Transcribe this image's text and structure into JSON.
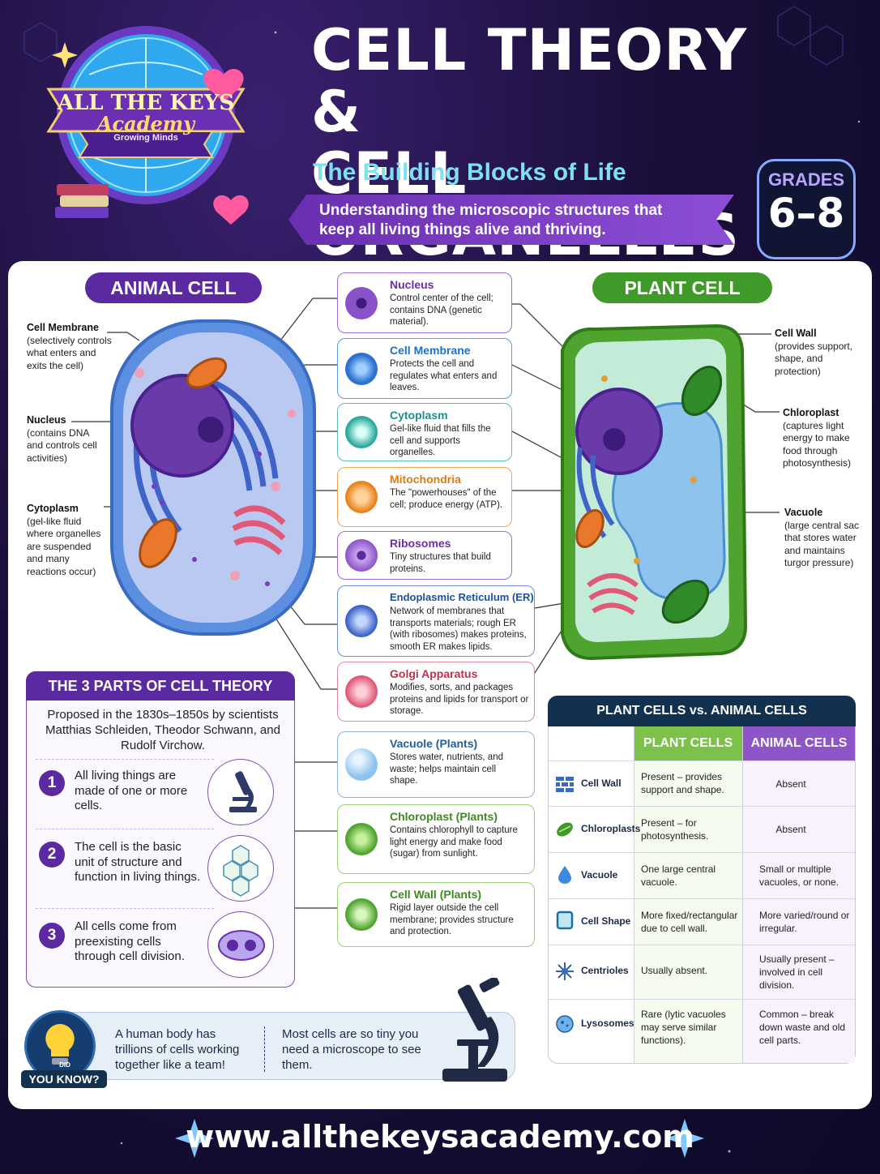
{
  "header": {
    "logo": {
      "line1": "ALL THE KEYS",
      "line2": "Academy",
      "tagline": "Growing Minds"
    },
    "title_line1": "CELL THEORY &",
    "title_line2": "CELL ORGANELLES",
    "subtitle": "The Building Blocks of Life",
    "banner_line1": "Understanding the microscopic structures that",
    "banner_line2": "keep all living things alive and thriving.",
    "grades_label": "GRADES",
    "grades_value": "6–8"
  },
  "animal_cell": {
    "title": "ANIMAL CELL",
    "labels": [
      {
        "name": "Cell Membrane",
        "desc": "(selectively controls what enters and exits the cell)"
      },
      {
        "name": "Nucleus",
        "desc": "(contains DNA and controls cell activities)"
      },
      {
        "name": "Cytoplasm",
        "desc": "(gel-like fluid where organelles are suspended and many reactions occur)"
      }
    ]
  },
  "plant_cell": {
    "title": "PLANT CELL",
    "labels": [
      {
        "name": "Cell Wall",
        "desc": "(provides support, shape, and protection)"
      },
      {
        "name": "Chloroplast",
        "desc": "(captures light energy to make food through photosynthesis)"
      },
      {
        "name": "Vacuole",
        "desc": "(large central sac that stores water and maintains turgor pressure)"
      }
    ]
  },
  "organelles": [
    {
      "name": "Nucleus",
      "desc": "Control center of the cell; contains DNA (genetic material).",
      "color": "#6b2fa8"
    },
    {
      "name": "Cell Membrane",
      "desc": "Protects the cell and regulates what enters and leaves.",
      "color": "#1f6fc6"
    },
    {
      "name": "Cytoplasm",
      "desc": "Gel-like fluid that fills the cell and supports organelles.",
      "color": "#1e8f8a"
    },
    {
      "name": "Mitochondria",
      "desc": "The \"powerhouses\" of the cell; produce energy (ATP).",
      "color": "#e07b10"
    },
    {
      "name": "Ribosomes",
      "desc": "Tiny structures that build proteins.",
      "color": "#6b2fa8"
    },
    {
      "name": "Endoplasmic Reticulum (ER)",
      "desc": "Network of membranes that transports materials; rough ER (with ribosomes) makes proteins, smooth ER makes lipids.",
      "color": "#1f4f9c"
    },
    {
      "name": "Golgi Apparatus",
      "desc": "Modifies, sorts, and packages proteins and lipids for transport or storage.",
      "color": "#c0304f"
    },
    {
      "name": "Vacuole (Plants)",
      "desc": "Stores water, nutrients, and waste; helps maintain cell shape.",
      "color": "#1f5f9c"
    },
    {
      "name": "Chloroplast (Plants)",
      "desc": "Contains chlorophyll to capture light energy and make food (sugar) from sunlight.",
      "color": "#3f8a1f"
    },
    {
      "name": "Cell Wall (Plants)",
      "desc": "Rigid layer outside the cell membrane; provides structure and protection.",
      "color": "#3f8a1f"
    }
  ],
  "cell_theory": {
    "title": "THE 3 PARTS OF CELL THEORY",
    "intro": "Proposed in the 1830s–1850s by scientists Matthias Schleiden, Theodor Schwann, and Rudolf Virchow.",
    "parts": [
      {
        "num": "1",
        "text": "All living things are made of one or more cells."
      },
      {
        "num": "2",
        "text": "The cell is the basic unit of structure and function in living things."
      },
      {
        "num": "3",
        "text": "All cells come from preexisting cells through cell division."
      }
    ]
  },
  "comparison": {
    "title": "PLANT CELLS vs. ANIMAL CELLS",
    "col_plant": "PLANT CELLS",
    "col_animal": "ANIMAL CELLS",
    "rows": [
      {
        "feature": "Cell Wall",
        "plant": "Present – provides support and shape.",
        "animal": "Absent"
      },
      {
        "feature": "Chloroplasts",
        "plant": "Present – for photosynthesis.",
        "animal": "Absent"
      },
      {
        "feature": "Vacuole",
        "plant": "One large central vacuole.",
        "animal": "Small or multiple vacuoles, or none."
      },
      {
        "feature": "Cell Shape",
        "plant": "More fixed/rectangular due to cell wall.",
        "animal": "More varied/round or irregular."
      },
      {
        "feature": "Centrioles",
        "plant": "Usually absent.",
        "animal": "Usually present – involved in cell division."
      },
      {
        "feature": "Lysosomes",
        "plant": "Rare (lytic vacuoles may serve similar functions).",
        "animal": "Common – break down waste and old cell parts."
      }
    ]
  },
  "did_you_know": {
    "tag_small": "DID",
    "tag": "YOU KNOW?",
    "fact1": "A human body has trillions of cells working together like a team!",
    "fact2": "Most cells are so tiny you need a microscope to see them."
  },
  "footer": {
    "url": "www.allthekeysacademy.com"
  }
}
